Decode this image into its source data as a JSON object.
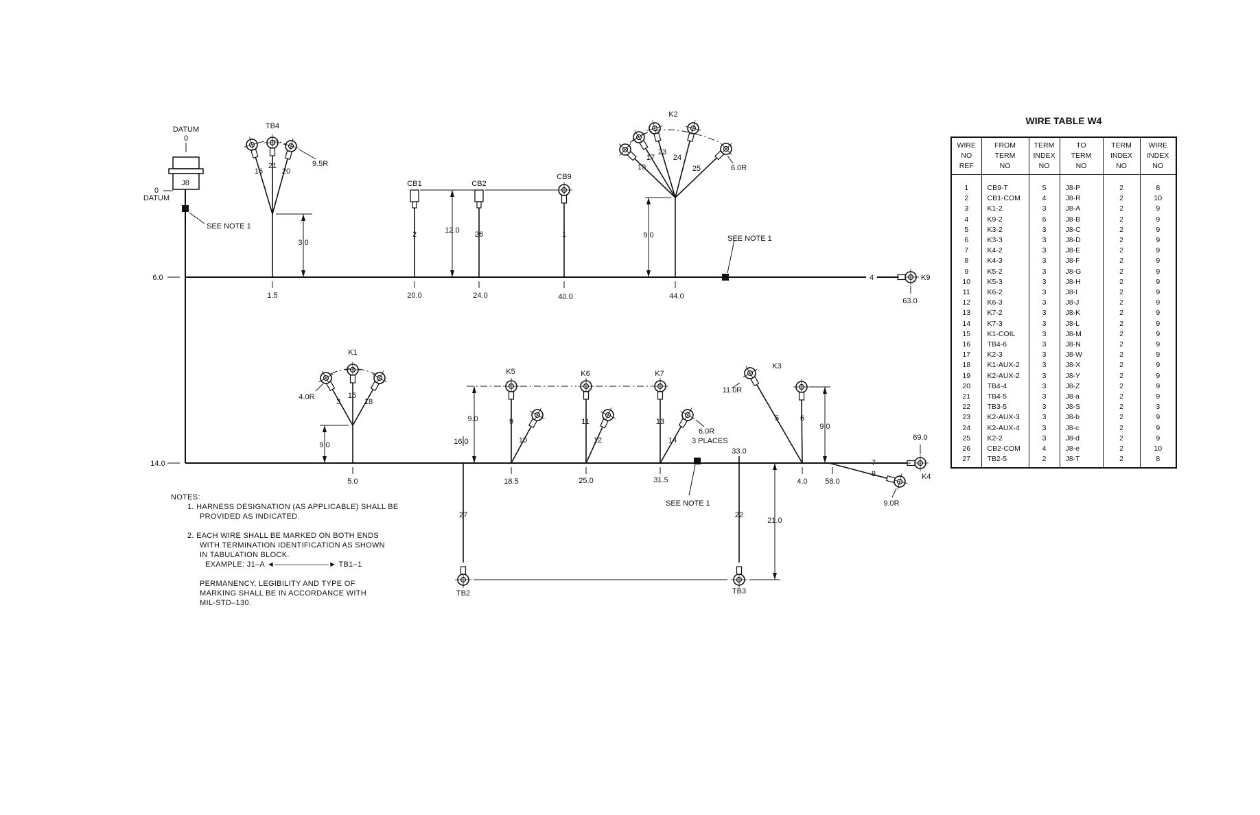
{
  "diagram": {
    "datum": "DATUM",
    "zero": "0",
    "j8": "J8",
    "see_note": "SEE NOTE 1",
    "upper": {
      "trunk_label": "6.0",
      "tb4": "TB4",
      "tb4_wires": [
        "16",
        "21",
        "20"
      ],
      "tb4_radius": "9.5R",
      "tb4_height": "3.0",
      "tb4_pos": "1.5",
      "cb1": "CB1",
      "cb1_wire": "2",
      "cb1_pos": "20.0",
      "cb2": "CB2",
      "cb2_wire": "26",
      "cb2_pos": "24.0",
      "cb_height": "12.0",
      "cb9": "CB9",
      "cb9_wire": "1",
      "cb9_pos": "40.0",
      "k2": "K2",
      "k2_wires": [
        "19",
        "17",
        "23",
        "24",
        "25"
      ],
      "k2_radius": "6.0R",
      "k2_height": "9.0",
      "k2_pos": "44.0",
      "k9_wire": "4",
      "k9": "K9",
      "k9_pos": "63.0"
    },
    "lower": {
      "trunk_label": "14.0",
      "k1": "K1",
      "k1_wires": [
        "3",
        "15",
        "18"
      ],
      "k1_radius": "4.0R",
      "k1_height": "9.0",
      "k1_pos": "5.0",
      "tb2_pos": "16.0",
      "tb2_wire": "27",
      "tb2": "TB2",
      "k5": "K5",
      "k5_wires": [
        "9",
        "10"
      ],
      "k5_pos": "18.5",
      "k567_height": "9.0",
      "k6": "K6",
      "k6_wires": [
        "11",
        "12"
      ],
      "k6_pos": "25.0",
      "k7": "K7",
      "k7_wires": [
        "13",
        "14"
      ],
      "k7_pos": "31.5",
      "k7_radius": "6.0R",
      "k7_places": "3 PLACES",
      "tb3_pos": "33.0",
      "tb3_wire": "22",
      "tb3": "TB3",
      "tb3_height": "21.0",
      "k3": "K3",
      "k3_wires": [
        "5",
        "6"
      ],
      "k3_radius": "11.0R",
      "k3_height": "9.0",
      "k3_pos": "4.0",
      "k4_split_pos": "58.0",
      "k4_wires": [
        "7",
        "8"
      ],
      "k4": "K4",
      "k4_pos": "69.0",
      "k4_radius": "9.0R"
    }
  },
  "notes": {
    "heading": "NOTES:",
    "note1_line1": "1.  HARNESS DESIGNATION (AS APPLICABLE) SHALL BE",
    "note1_line2": "PROVIDED AS INDICATED.",
    "note2_line1": "2.  EACH WIRE SHALL BE MARKED ON BOTH ENDS",
    "note2_line2": "WITH TERMINATION IDENTIFICATION AS SHOWN",
    "note2_line3": "IN TABULATION BLOCK.",
    "example_label": "EXAMPLE:",
    "example_from": "J1–A",
    "example_to": "TB1–1",
    "note2_line4": "PERMANENCY, LEGIBILITY AND TYPE OF",
    "note2_line5": "MARKING SHALL BE IN ACCORDANCE WITH",
    "note2_line6": "MIL-STD–130."
  },
  "wire_table": {
    "title": "WIRE TABLE W4",
    "headers": [
      [
        "WIRE",
        "NO",
        "REF"
      ],
      [
        "FROM",
        "TERM",
        "NO"
      ],
      [
        "TERM",
        "INDEX",
        "NO"
      ],
      [
        "TO",
        "TERM",
        "NO"
      ],
      [
        "TERM",
        "INDEX",
        "NO"
      ],
      [
        "WIRE",
        "INDEX",
        "NO"
      ]
    ],
    "rows": [
      [
        "1",
        "CB9-T",
        "5",
        "J8-P",
        "2",
        "8"
      ],
      [
        "2",
        "CB1-COM",
        "4",
        "J8-R",
        "2",
        "10"
      ],
      [
        "3",
        "K1-2",
        "3",
        "J8-A",
        "2",
        "9"
      ],
      [
        "4",
        "K9-2",
        "6",
        "J8-B",
        "2",
        "9"
      ],
      [
        "5",
        "K3-2",
        "3",
        "J8-C",
        "2",
        "9"
      ],
      [
        "6",
        "K3-3",
        "3",
        "J8-D",
        "2",
        "9"
      ],
      [
        "7",
        "K4-2",
        "3",
        "J8-E",
        "2",
        "9"
      ],
      [
        "8",
        "K4-3",
        "3",
        "J8-F",
        "2",
        "9"
      ],
      [
        "9",
        "K5-2",
        "3",
        "J8-G",
        "2",
        "9"
      ],
      [
        "10",
        "K5-3",
        "3",
        "J8-H",
        "2",
        "9"
      ],
      [
        "11",
        "K6-2",
        "3",
        "J8-I",
        "2",
        "9"
      ],
      [
        "12",
        "K6-3",
        "3",
        "J8-J",
        "2",
        "9"
      ],
      [
        "13",
        "K7-2",
        "3",
        "J8-K",
        "2",
        "9"
      ],
      [
        "14",
        "K7-3",
        "3",
        "J8-L",
        "2",
        "9"
      ],
      [
        "15",
        "K1-COIL",
        "3",
        "J8-M",
        "2",
        "9"
      ],
      [
        "16",
        "TB4-6",
        "3",
        "J8-N",
        "2",
        "9"
      ],
      [
        "17",
        "K2-3",
        "3",
        "J8-W",
        "2",
        "9"
      ],
      [
        "18",
        "K1-AUX-2",
        "3",
        "J8-X",
        "2",
        "9"
      ],
      [
        "19",
        "K2-AUX-2",
        "3",
        "J8-Y",
        "2",
        "9"
      ],
      [
        "20",
        "TB4-4",
        "3",
        "J8-Z",
        "2",
        "9"
      ],
      [
        "21",
        "TB4-5",
        "3",
        "J8-a",
        "2",
        "9"
      ],
      [
        "22",
        "TB3-5",
        "3",
        "J8-S",
        "2",
        "3"
      ],
      [
        "23",
        "K2-AUX-3",
        "3",
        "J8-b",
        "2",
        "9"
      ],
      [
        "24",
        "K2-AUX-4",
        "3",
        "J8-c",
        "2",
        "9"
      ],
      [
        "25",
        "K2-2",
        "3",
        "J8-d",
        "2",
        "9"
      ],
      [
        "26",
        "CB2-COM",
        "4",
        "J8-e",
        "2",
        "10"
      ],
      [
        "27",
        "TB2-5",
        "2",
        "J8-T",
        "2",
        "8"
      ]
    ]
  }
}
